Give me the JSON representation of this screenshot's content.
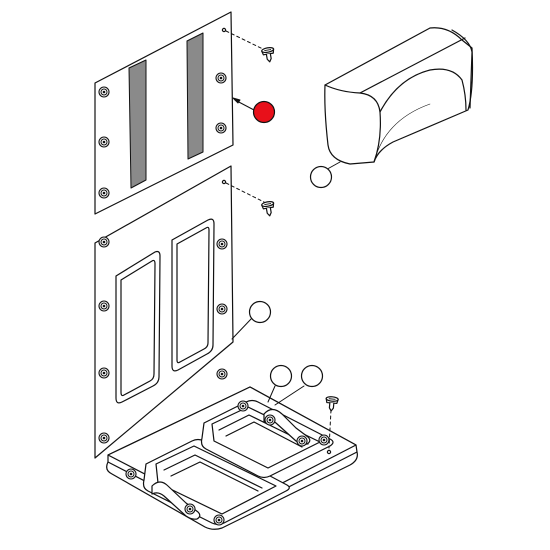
{
  "colors": {
    "line": "#111111",
    "panel": "#ffffff",
    "strip": "#8a8a8a",
    "callout_active": "#e8101a",
    "callout_idle": "#ffffff"
  },
  "callouts": [
    {
      "name": "callout-top-panel",
      "active": true
    },
    {
      "name": "callout-foam-block",
      "active": false
    },
    {
      "name": "callout-back-panel",
      "active": false
    },
    {
      "name": "callout-seat-strap-left",
      "active": false
    },
    {
      "name": "callout-seat-strap-right",
      "active": false
    }
  ],
  "icons": [
    "screw-icon",
    "snap-fastener-icon"
  ]
}
